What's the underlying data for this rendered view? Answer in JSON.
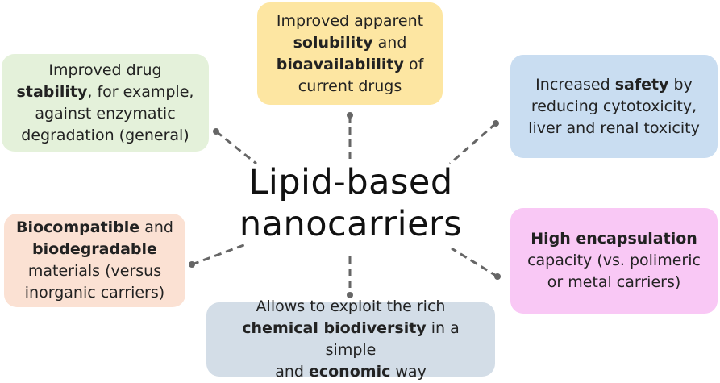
{
  "center": {
    "line1": "Lipid-based",
    "line2": "nanocarriers"
  },
  "boxes": {
    "top": {
      "color": "#fde6a2",
      "lines": [
        [
          {
            "t": "Improved apparent",
            "b": false
          }
        ],
        [
          {
            "t": "solubility",
            "b": true
          },
          {
            "t": " and",
            "b": false
          }
        ],
        [
          {
            "t": "bioavailablility",
            "b": true
          },
          {
            "t": " of",
            "b": false
          }
        ],
        [
          {
            "t": "current drugs",
            "b": false
          }
        ]
      ]
    },
    "top_left": {
      "color": "#e4f1da",
      "lines": [
        [
          {
            "t": "Improved drug",
            "b": false
          }
        ],
        [
          {
            "t": "stability",
            "b": true
          },
          {
            "t": ", for example,",
            "b": false
          }
        ],
        [
          {
            "t": "against enzymatic",
            "b": false
          }
        ],
        [
          {
            "t": "degradation (general)",
            "b": false
          }
        ]
      ]
    },
    "top_right": {
      "color": "#c9ddf1",
      "lines": [
        [
          {
            "t": "Increased ",
            "b": false
          },
          {
            "t": "safety",
            "b": true
          },
          {
            "t": " by",
            "b": false
          }
        ],
        [
          {
            "t": "reducing cytotoxicity,",
            "b": false
          }
        ],
        [
          {
            "t": "liver and renal toxicity",
            "b": false
          }
        ]
      ]
    },
    "bottom_left": {
      "color": "#fbe1d3",
      "lines": [
        [
          {
            "t": "Biocompatible",
            "b": true
          },
          {
            "t": " and",
            "b": false
          }
        ],
        [
          {
            "t": "biodegradable",
            "b": true
          }
        ],
        [
          {
            "t": "materials (versus",
            "b": false
          }
        ],
        [
          {
            "t": "inorganic carriers)",
            "b": false
          }
        ]
      ]
    },
    "bottom_right": {
      "color": "#f9c8f5",
      "lines": [
        [
          {
            "t": "High encapsulation",
            "b": true
          }
        ],
        [
          {
            "t": "capacity (vs. polimeric",
            "b": false
          }
        ],
        [
          {
            "t": "or metal carriers)",
            "b": false
          }
        ]
      ]
    },
    "bottom": {
      "color": "#d3dde7",
      "lines": [
        [
          {
            "t": "Allows to exploit the rich",
            "b": false
          }
        ],
        [
          {
            "t": "chemical biodiversity",
            "b": true
          },
          {
            "t": " in a simple",
            "b": false
          }
        ],
        [
          {
            "t": "and ",
            "b": false
          },
          {
            "t": "economic",
            "b": true
          },
          {
            "t": " way",
            "b": false
          }
        ]
      ]
    }
  },
  "connector_color": "#666666"
}
